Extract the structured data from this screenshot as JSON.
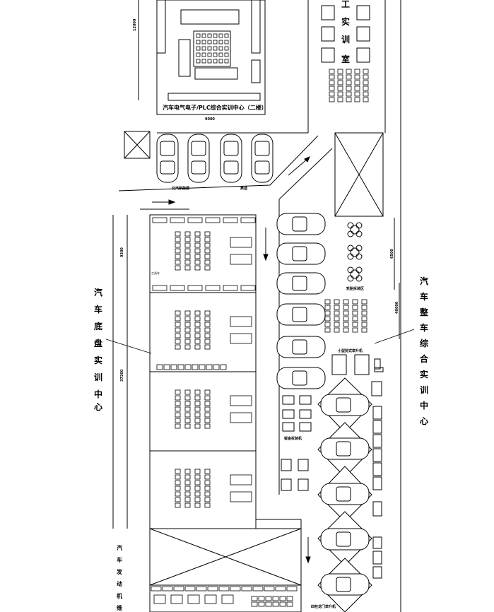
{
  "labels": {
    "plc_center": "汽车电气电子/PLC综合实训中心（二楼）",
    "dim_plc_width": "9000",
    "dim_plc_height": "12000",
    "practice_room_chars": [
      "工",
      "实",
      "训",
      "室"
    ],
    "car_label_left": "北汽新能源",
    "car_label_right": "奥迪",
    "chassis_center_chars": [
      "汽",
      "车",
      "底",
      "盘",
      "实",
      "训",
      "中",
      "心"
    ],
    "vehicle_center_chars": [
      "汽",
      "车",
      "整",
      "车",
      "综",
      "合",
      "实",
      "训",
      "中",
      "心"
    ],
    "engine_center_chars": [
      "汽",
      "车",
      "发",
      "动",
      "机",
      "维"
    ],
    "dim_total": "37200",
    "dim_section": "9300",
    "dim_right_a": "6500",
    "dim_right_b": "40000",
    "tire_area": "轮胎拆装区",
    "small_lift": "小型剪式举升机",
    "tool_cart": "钣金拆装机",
    "bottom_lift": "四柱龙门举升机",
    "toolbox": "工具车"
  },
  "colors": {
    "line": "#000000",
    "bg": "#ffffff"
  }
}
